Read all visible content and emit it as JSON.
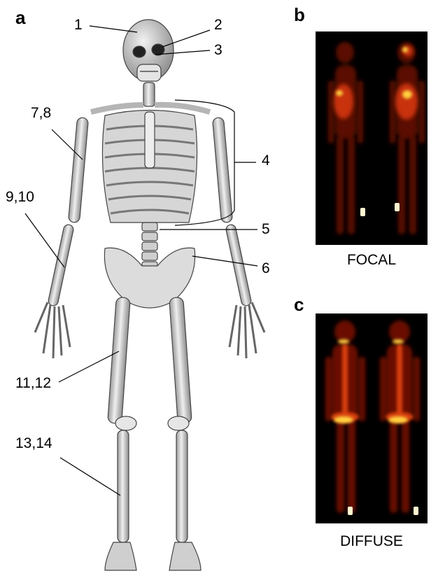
{
  "panels": {
    "a": {
      "letter": "a",
      "labels": [
        "1",
        "2",
        "3",
        "4",
        "5",
        "6",
        "7,8",
        "9,10",
        "11,12",
        "13,14"
      ]
    },
    "b": {
      "letter": "b",
      "caption": "FOCAL"
    },
    "c": {
      "letter": "c",
      "caption": "DIFFUSE"
    }
  },
  "colors": {
    "scan_background": "#000000",
    "uptake_low": "#5a0a06",
    "uptake_mid": "#c8300a",
    "uptake_high": "#ffd040",
    "bone": "#d9d9d9",
    "bone_shadow": "#8a8a8a"
  }
}
